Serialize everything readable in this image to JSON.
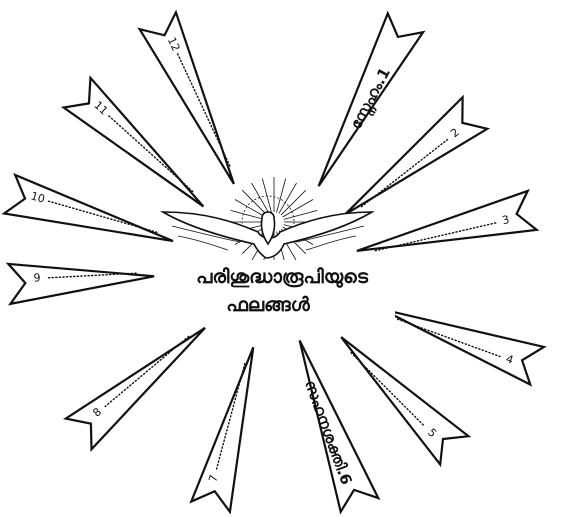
{
  "title": {
    "line1": "പരിശുദ്ധാരൂപിയുടെ",
    "line2": "ഫലങ്ങൾ"
  },
  "banners": [
    {
      "number": "1",
      "text": "സ്നേഹം"
    },
    {
      "number": "2",
      "text": ""
    },
    {
      "number": "3",
      "text": ""
    },
    {
      "number": "4",
      "text": ""
    },
    {
      "number": "5",
      "text": ""
    },
    {
      "number": "6",
      "text": "സഹനശക്തി"
    },
    {
      "number": "7",
      "text": ""
    },
    {
      "number": "8",
      "text": ""
    },
    {
      "number": "9",
      "text": ""
    },
    {
      "number": "10",
      "text": ""
    },
    {
      "number": "11",
      "text": ""
    },
    {
      "number": "12",
      "text": ""
    }
  ],
  "icons": {
    "center": "dove-icon"
  }
}
